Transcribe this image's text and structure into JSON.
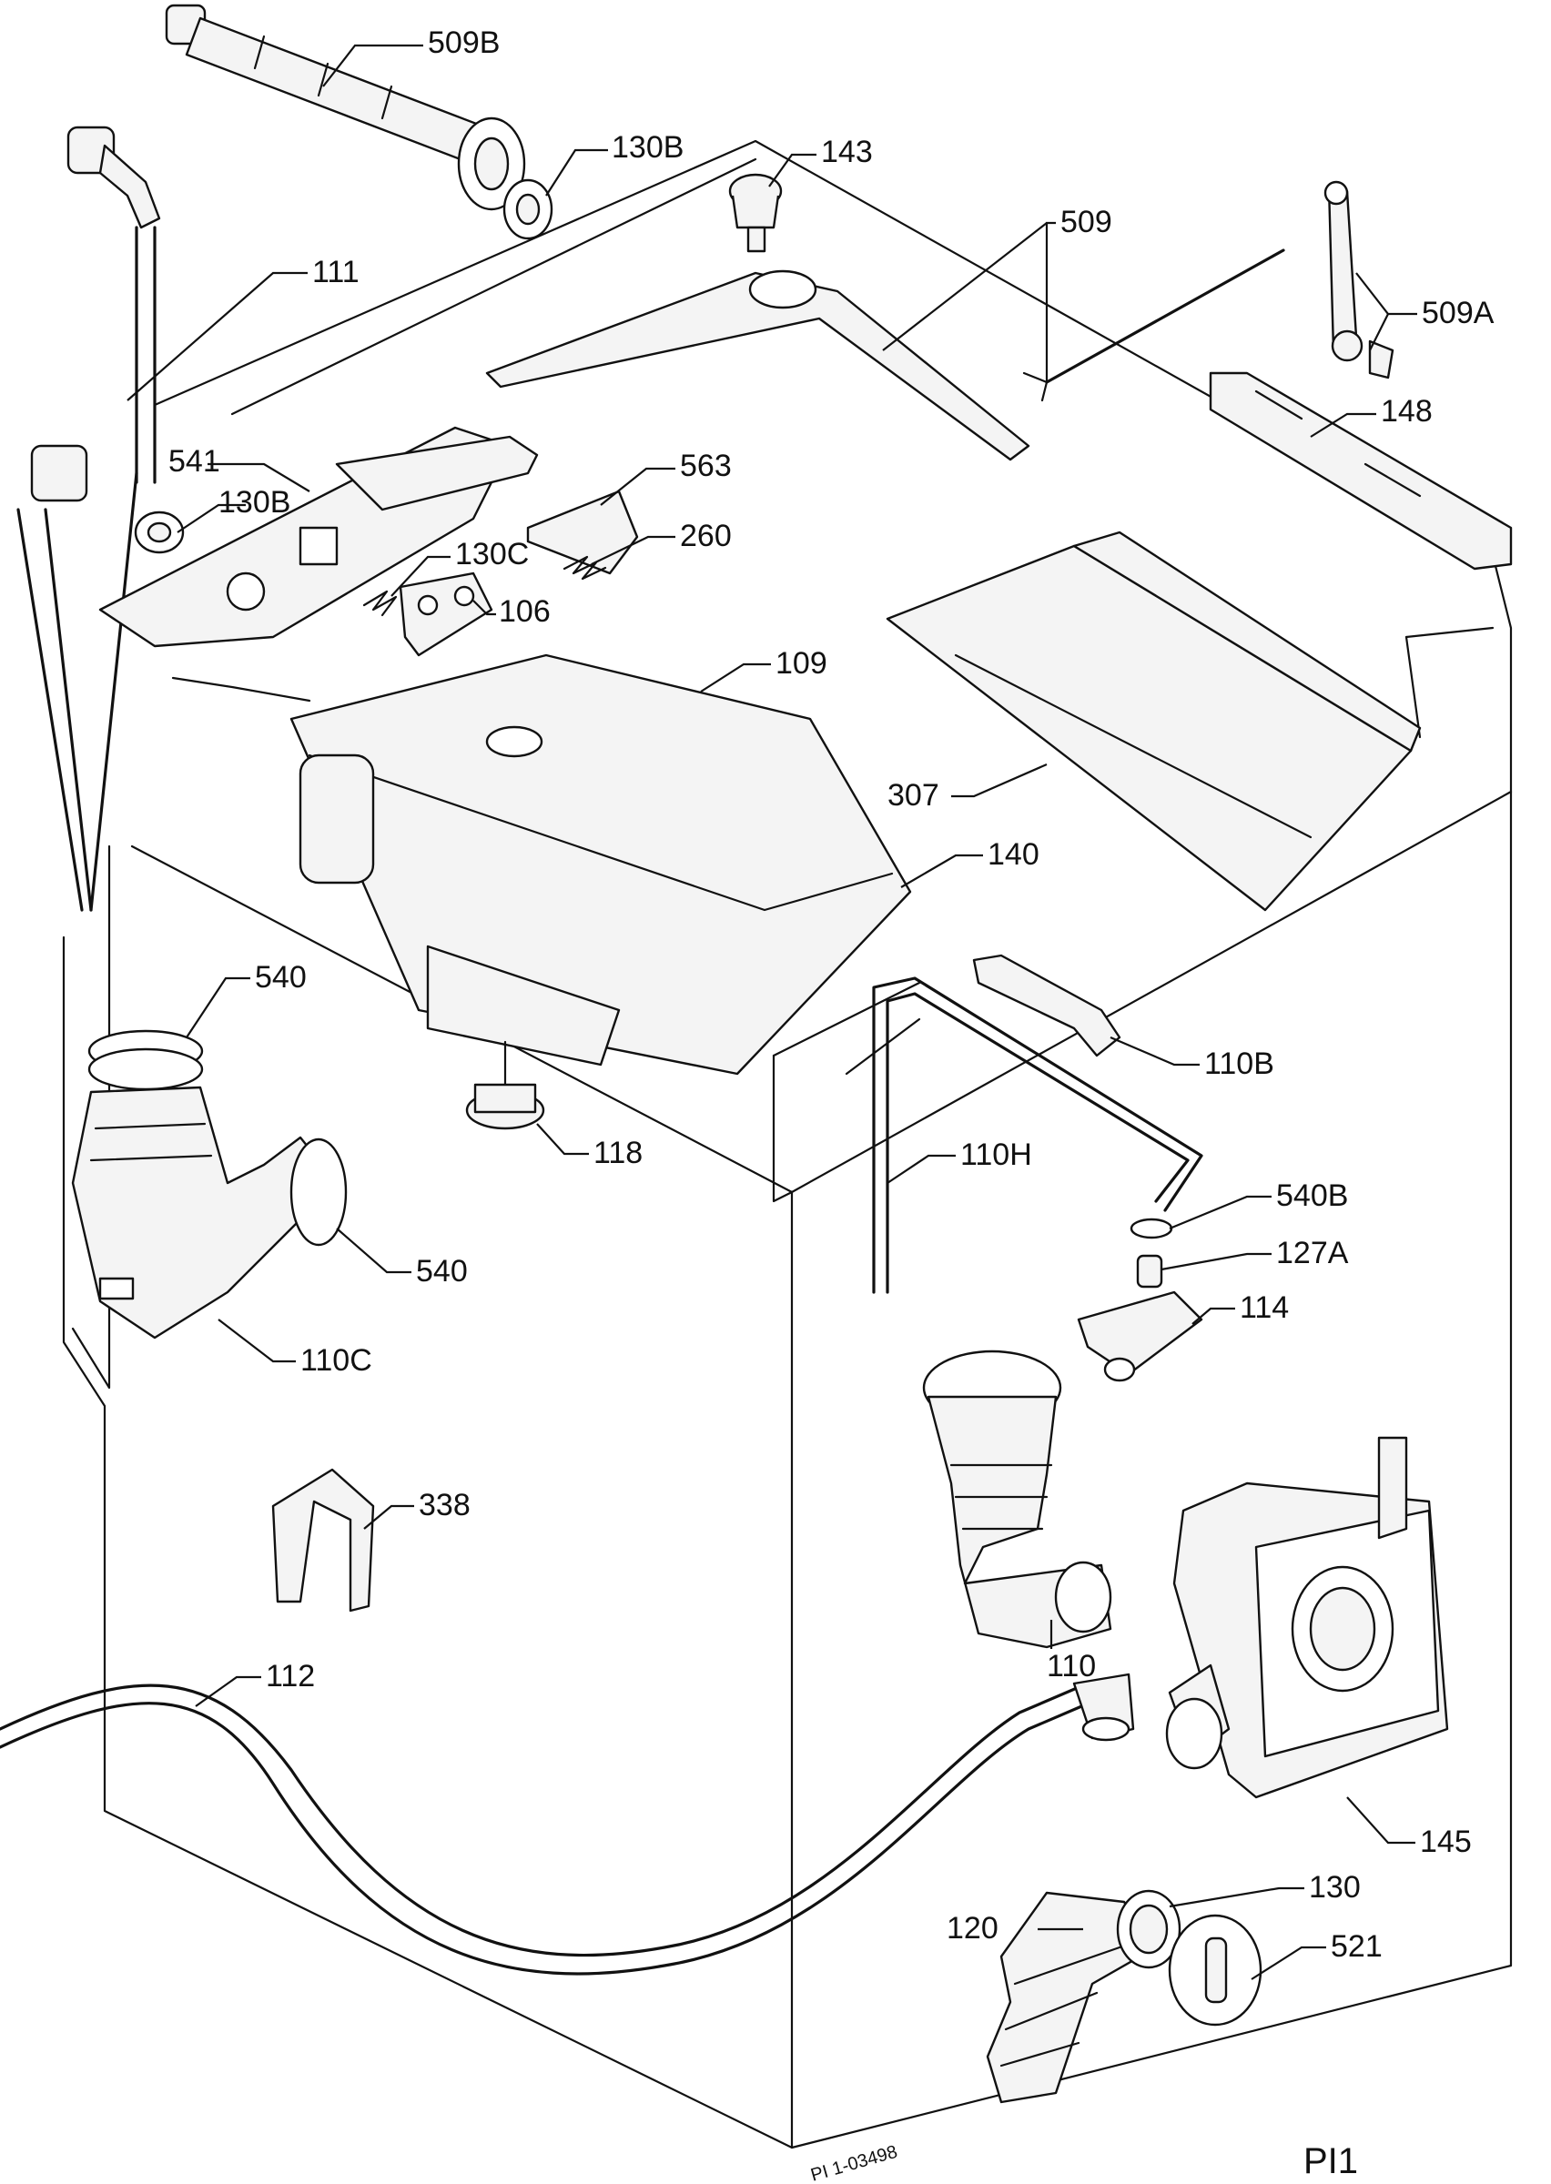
{
  "drawing_code": "PI 1-03498",
  "page_ref": "PI1",
  "parts": [
    {
      "id": "509B",
      "label": "509B"
    },
    {
      "id": "130B-top",
      "label": "130B"
    },
    {
      "id": "143",
      "label": "143"
    },
    {
      "id": "509",
      "label": "509"
    },
    {
      "id": "111",
      "label": "111"
    },
    {
      "id": "509A",
      "label": "509A"
    },
    {
      "id": "148",
      "label": "148"
    },
    {
      "id": "541",
      "label": "541"
    },
    {
      "id": "563",
      "label": "563"
    },
    {
      "id": "130B-mid",
      "label": "130B"
    },
    {
      "id": "260",
      "label": "260"
    },
    {
      "id": "130C",
      "label": "130C"
    },
    {
      "id": "106",
      "label": "106"
    },
    {
      "id": "109",
      "label": "109"
    },
    {
      "id": "307",
      "label": "307"
    },
    {
      "id": "140",
      "label": "140"
    },
    {
      "id": "540-top",
      "label": "540"
    },
    {
      "id": "110B",
      "label": "110B"
    },
    {
      "id": "118",
      "label": "118"
    },
    {
      "id": "110H",
      "label": "110H"
    },
    {
      "id": "540B",
      "label": "540B"
    },
    {
      "id": "540-bottom",
      "label": "540"
    },
    {
      "id": "127A",
      "label": "127A"
    },
    {
      "id": "110C",
      "label": "110C"
    },
    {
      "id": "114",
      "label": "114"
    },
    {
      "id": "338",
      "label": "338"
    },
    {
      "id": "110",
      "label": "110"
    },
    {
      "id": "112",
      "label": "112"
    },
    {
      "id": "145",
      "label": "145"
    },
    {
      "id": "130",
      "label": "130"
    },
    {
      "id": "120",
      "label": "120"
    },
    {
      "id": "521",
      "label": "521"
    }
  ]
}
